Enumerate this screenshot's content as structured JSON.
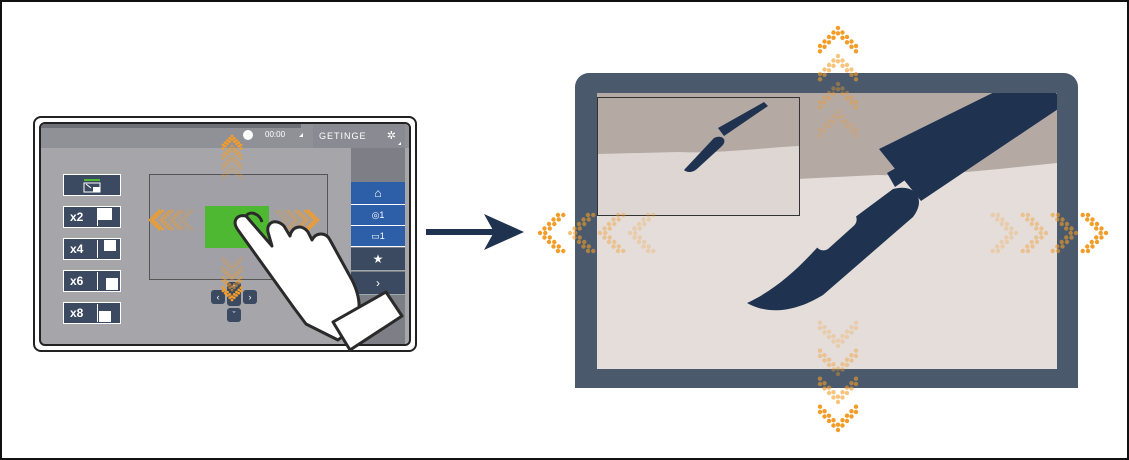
{
  "tablet": {
    "time": "00:00",
    "brand": "GETINGE",
    "zoom_buttons": [
      {
        "label": "x2"
      },
      {
        "label": "x4"
      },
      {
        "label": "x6"
      },
      {
        "label": "x8"
      }
    ],
    "side_panel": {
      "item_1": "1",
      "item_2": "1"
    }
  },
  "colors": {
    "accent_arrows": "#f39c28",
    "monitor_frame": "#4a5a6c",
    "scalpel": "#1f3350",
    "zoom_area": "#4fb833",
    "button_blue": "#2c5fa8"
  },
  "icons": [
    "clock-icon",
    "getinge-star-icon",
    "home-icon",
    "camera-icon",
    "favorite-star-icon",
    "chevron-icon",
    "scalpel-icon",
    "hand-pointer-icon",
    "arrow-right-icon"
  ]
}
